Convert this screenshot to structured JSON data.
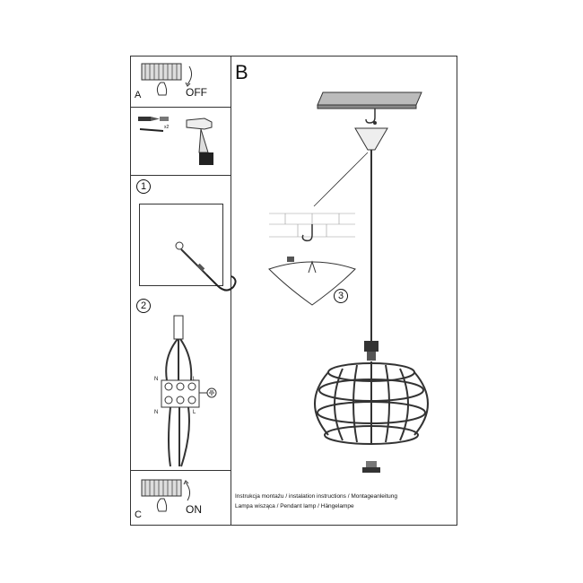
{
  "steps": {
    "a_label": "A",
    "a_action": "OFF",
    "b_label": "B",
    "c_label": "C",
    "c_action": "ON",
    "step1": "1",
    "step2": "2",
    "step3": "3"
  },
  "tools": {
    "quantity": "x2"
  },
  "wiring": {
    "top_n": "N",
    "top_l": "L",
    "bottom_n": "N",
    "bottom_l": "L"
  },
  "footer": {
    "line1": "Instrukcja montażu / instalation instructions / Montageanleitung",
    "line2": "Lampa wisząca / Pendant lamp / Hängelampe"
  }
}
